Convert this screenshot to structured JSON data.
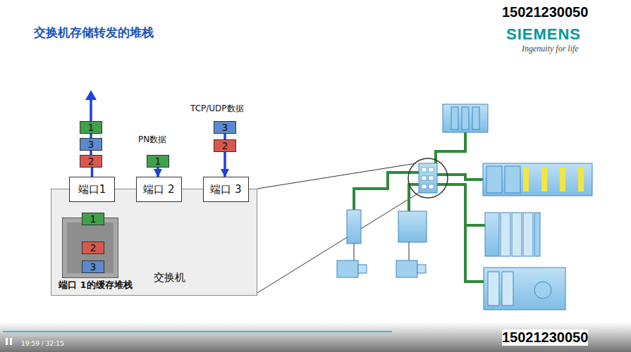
{
  "diagram": {
    "title": "交换机存储转发的堆栈",
    "nodes": [
      {
        "text": [
          "交换机"
        ]
      },
      {
        "text": [
          "端口1"
        ],
        "in": 0
      },
      {
        "text": [
          "端口 2"
        ],
        "in": 0
      },
      {
        "text": [
          "端口 3"
        ],
        "in": 0
      },
      {
        "text": [
          "端口 1的缓存堆栈"
        ],
        "in": 0
      },
      {
        "text": [
          "1"
        ],
        "in": 4
      },
      {
        "text": [
          "2"
        ],
        "in": 4
      },
      {
        "text": [
          "3"
        ],
        "in": 4
      },
      {
        "text": [
          "1"
        ]
      },
      {
        "text": [
          "3"
        ]
      },
      {
        "text": [
          "2"
        ]
      },
      {
        "text": [
          "1"
        ]
      },
      {
        "text": [
          "3"
        ]
      },
      {
        "text": [
          "2"
        ]
      }
    ],
    "edges": [
      {
        "from": 11,
        "to": 2,
        "arrow": "to"
      },
      {
        "from": 12,
        "to": 13,
        "arrow": "none"
      },
      {
        "from": 13,
        "to": 3,
        "arrow": "to"
      },
      {
        "from": 2,
        "to": 5,
        "arrow": "to"
      },
      {
        "from": 3,
        "to": 6,
        "arrow": "to"
      },
      {
        "from": 3,
        "to": 7,
        "arrow": "to"
      },
      {
        "from": 7,
        "to": 5,
        "arrow": "to"
      },
      {
        "from": 5,
        "to": 1,
        "arrow": "to"
      },
      {
        "from": 1,
        "to": 10,
        "arrow": "none"
      },
      {
        "from": 10,
        "to": 9,
        "arrow": "none"
      },
      {
        "from": 9,
        "to": 8,
        "arrow": "none"
      }
    ],
    "labels": [
      "15021230050",
      "SIEMENS",
      "Ingenuity for life",
      "PN数据",
      "TCP/UDP数据",
      "19:59 / 32:15",
      "15021230050"
    ]
  }
}
